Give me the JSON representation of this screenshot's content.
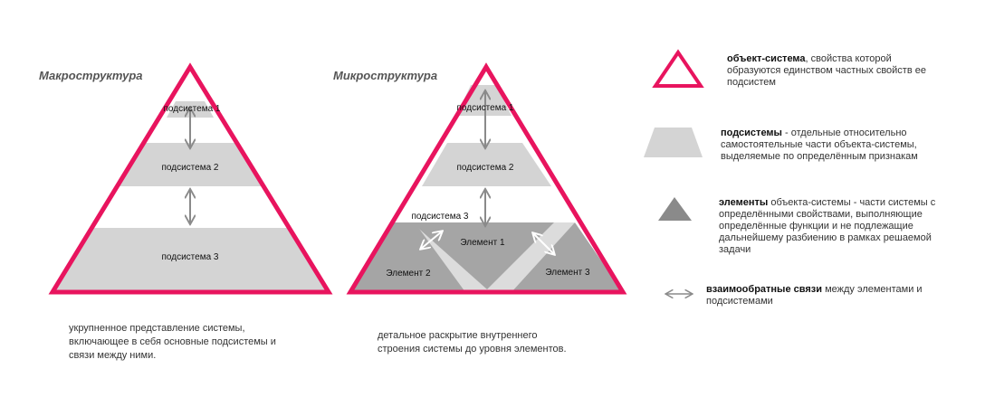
{
  "macro": {
    "title": "Макроструктура",
    "subsystems": [
      "подсистема 1",
      "подсистема 2",
      "подсистема 3"
    ],
    "caption": [
      "укрупненное представление системы,",
      "включающее в себя основные подсистемы и",
      "связи между ними."
    ]
  },
  "micro": {
    "title": "Микроструктура",
    "subsystems": [
      "подсистема 1",
      "подсистема 2",
      "подсистема 3"
    ],
    "elements": [
      "Элемент 1",
      "Элемент 2",
      "Элемент 3"
    ],
    "caption": [
      "детальное раскрытие внутреннего",
      "строения системы до уровня элементов."
    ]
  },
  "legend": {
    "system": {
      "term": "объект-система",
      "text": ", свойства которой образуются единством частных свойств ее подсистем"
    },
    "subsystems": {
      "term": "подсистемы",
      "text": " - отдельные относительно самостоятельные части объекта-системы, выделяемые по определённым признакам"
    },
    "elements": {
      "term": "элементы",
      "text": " объекта-системы -  части системы с определёнными свойствами, выполняющие определённые функции и не подлежащие дальнейшему разбиению в рамках решаемой задачи"
    },
    "links": {
      "term": "взаимообратные связи",
      "text": " между элементами и подсистемами"
    }
  },
  "colors": {
    "outline": "#e8145e",
    "subsystem": "#d4d4d4",
    "element": "#a5a5a5",
    "arrow": "#8a8a8a"
  }
}
